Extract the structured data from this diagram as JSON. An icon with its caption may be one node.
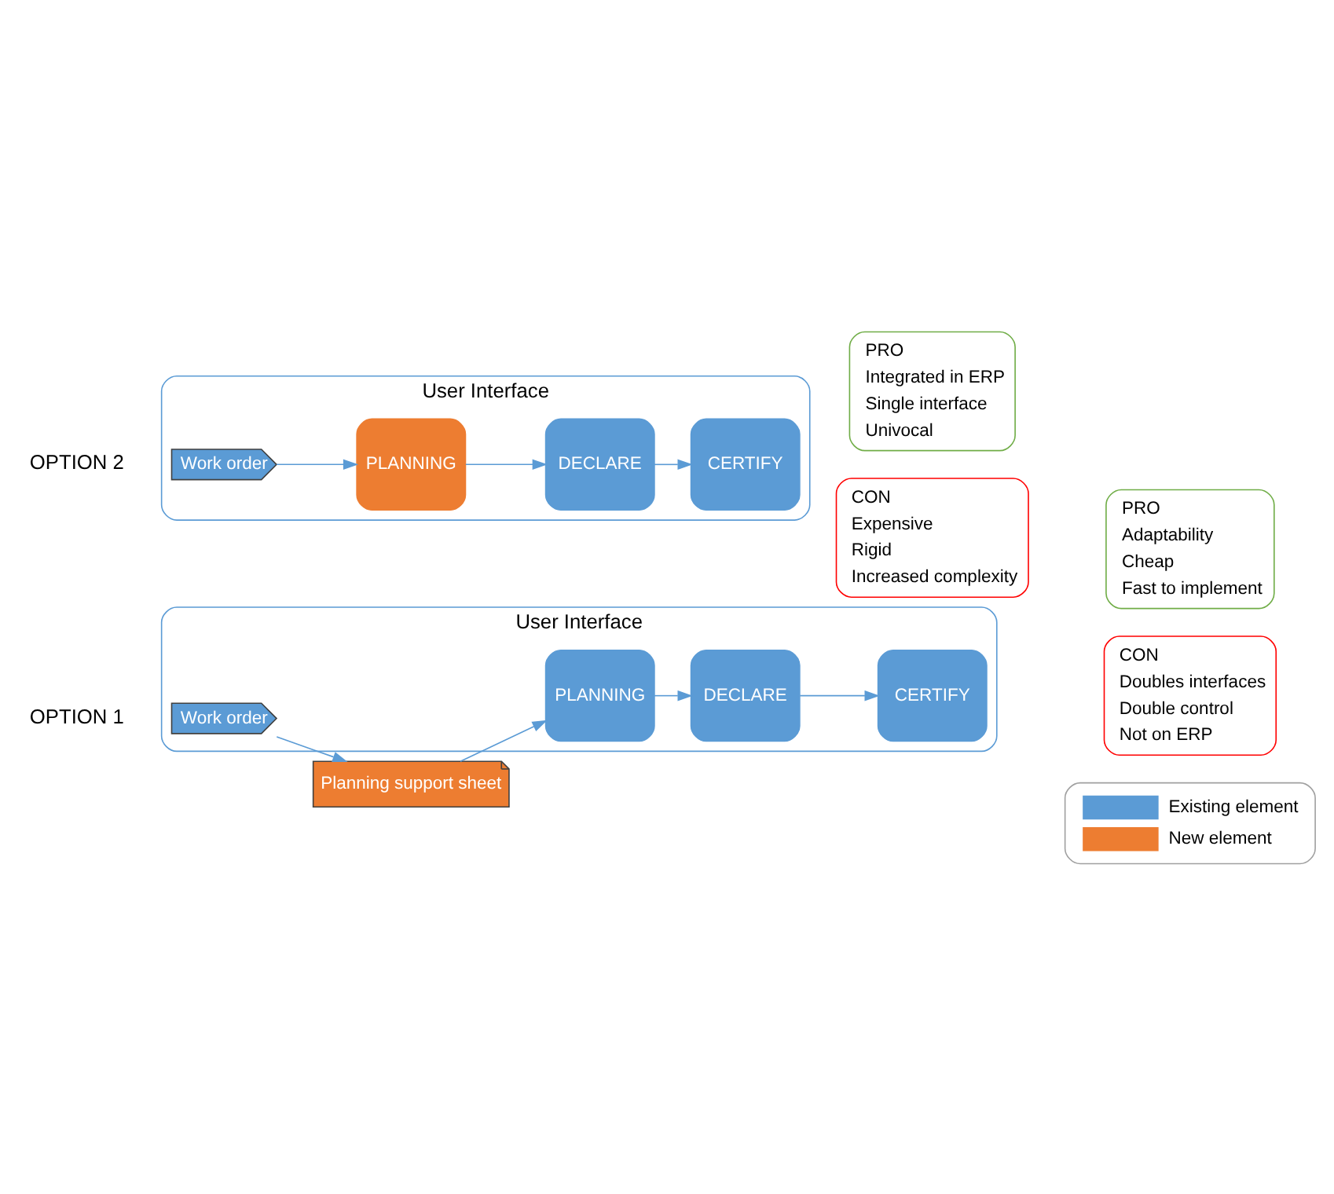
{
  "diagram": {
    "nodes": [
      {
        "text": [
          "User Interface"
        ]
      },
      {
        "text": [
          "Work order"
        ],
        "in": 0
      },
      {
        "text": [
          "PLANNING"
        ],
        "in": 0
      },
      {
        "text": [
          "DECLARE"
        ],
        "in": 0
      },
      {
        "text": [
          "CERTIFY"
        ],
        "in": 0
      },
      {
        "text": [
          "Planning support sheet"
        ]
      },
      {
        "text": [
          "PRO",
          "Adaptability",
          "Cheap",
          "Fast to implement"
        ]
      },
      {
        "text": [
          "CON",
          "Doubles interfaces",
          "Double control",
          "Not on ERP"
        ]
      },
      {
        "text": [
          "User Interface"
        ]
      },
      {
        "text": [
          "Work order"
        ],
        "in": 8
      },
      {
        "text": [
          "PLANNING"
        ],
        "in": 8
      },
      {
        "text": [
          "DECLARE"
        ],
        "in": 8
      },
      {
        "text": [
          "CERTIFY"
        ],
        "in": 8
      },
      {
        "text": [
          "PRO",
          "Integrated in ERP",
          "Single interface",
          "Univocal"
        ]
      },
      {
        "text": [
          "CON",
          "Expensive",
          "Rigid",
          "Increased complexity"
        ]
      }
    ],
    "edges": [
      {
        "from": 1,
        "to": 5,
        "arrow": "to"
      },
      {
        "from": 5,
        "to": 2,
        "arrow": "to"
      },
      {
        "from": 2,
        "to": 3,
        "arrow": "to"
      },
      {
        "from": 3,
        "to": 4,
        "arrow": "to"
      },
      {
        "from": 9,
        "to": 10,
        "arrow": "to"
      },
      {
        "from": 10,
        "to": 11,
        "arrow": "to"
      },
      {
        "from": 11,
        "to": 12,
        "arrow": "to"
      }
    ],
    "labels": [
      "OPTION 1",
      "OPTION 2"
    ],
    "legend": [
      {
        "text": "Existing element",
        "color": "#5b9bd5"
      },
      {
        "text": "New element",
        "color": "#ed7d31"
      }
    ]
  }
}
